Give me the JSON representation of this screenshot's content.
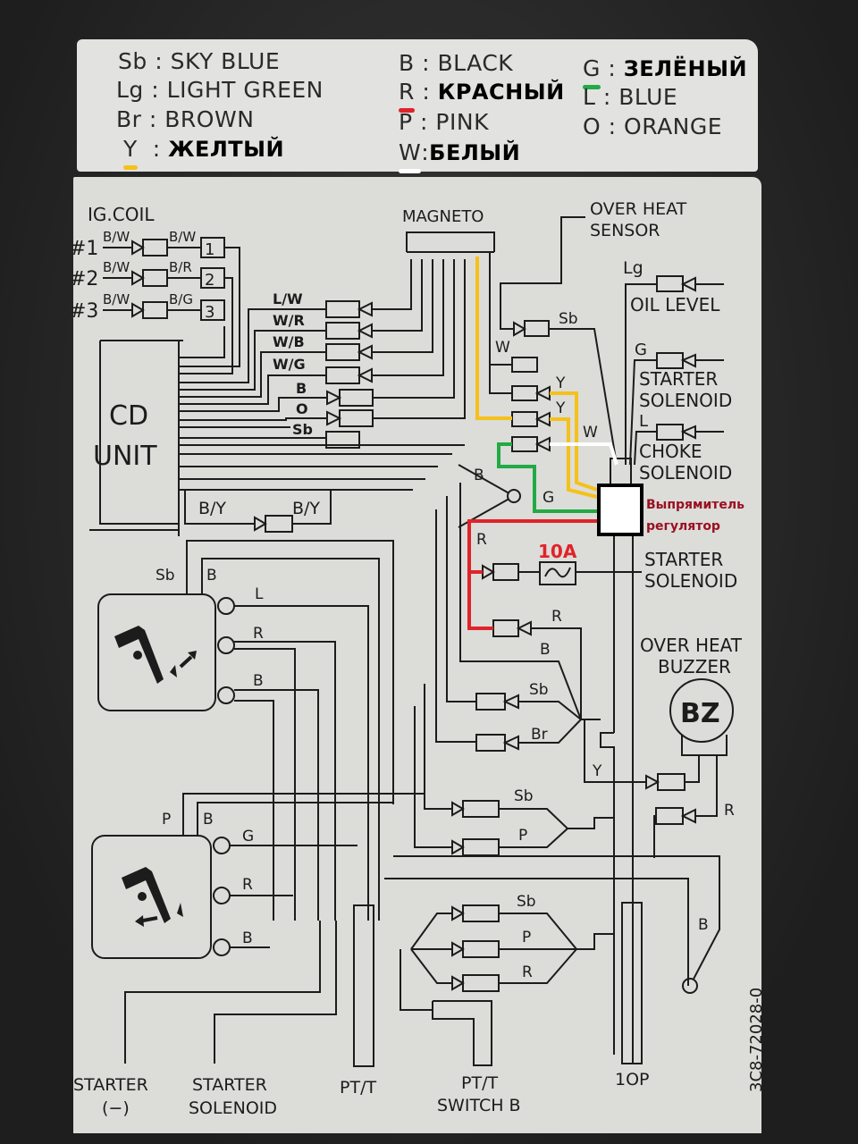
{
  "legend": {
    "items": [
      {
        "code": "Sb",
        "label": "SKY BLUE",
        "russian": false,
        "accent": null
      },
      {
        "code": "Lg",
        "label": "LIGHT GREEN",
        "russian": false,
        "accent": null
      },
      {
        "code": "Br",
        "label": "BROWN",
        "russian": false,
        "accent": null
      },
      {
        "code": "Y",
        "label": "ЖЕЛТЫЙ",
        "russian": true,
        "accent": "#f5c11a"
      },
      {
        "code": "B",
        "label": "BLACK",
        "russian": false,
        "accent": null
      },
      {
        "code": "R",
        "label": "КРАСНЫЙ",
        "russian": true,
        "accent": "#e0232a"
      },
      {
        "code": "P",
        "label": "PINK",
        "russian": false,
        "accent": null
      },
      {
        "code": "W",
        "label": "БЕЛЫЙ",
        "russian": true,
        "accent": "#ffffff"
      },
      {
        "code": "G",
        "label": "ЗЕЛЁНЫЙ",
        "russian": true,
        "accent": "#22aa44"
      },
      {
        "code": "L",
        "label": "BLUE",
        "russian": false,
        "accent": null
      },
      {
        "code": "O",
        "label": "ORANGE",
        "russian": false,
        "accent": null
      }
    ],
    "separator": ":"
  },
  "components": {
    "ig_coil": "IG.COIL",
    "coil_numbers": [
      "#1",
      "#2",
      "#3"
    ],
    "coil_terminals": [
      "1",
      "2",
      "3"
    ],
    "cd_unit": [
      "CD",
      "UNIT"
    ],
    "magneto": "MAGNETO",
    "over_heat_sensor": [
      "OVER HEAT",
      "SENSOR"
    ],
    "oil_level": "OIL LEVEL",
    "starter_solenoid_top": [
      "STARTER",
      "SOLENOID"
    ],
    "choke_solenoid": [
      "CHOKE",
      "SOLENOID"
    ],
    "rectifier": [
      "Выпрямитель",
      "регулятор"
    ],
    "fuse": "10A",
    "starter_solenoid_mid": [
      "STARTER",
      "SOLENOID"
    ],
    "over_heat_buzzer": [
      "OVER HEAT",
      "BUZZER"
    ],
    "buzzer_symbol": "BZ",
    "part_number": "3C8-72028-0"
  },
  "wire_labels": {
    "coil_in": [
      "B/W",
      "B/W",
      "B/W"
    ],
    "coil_out": [
      "B/W",
      "B/R",
      "B/G"
    ],
    "cd_connector": [
      "L/W",
      "W/R",
      "W/B",
      "W/G",
      "B",
      "O",
      "Sb"
    ],
    "by_left": "B/Y",
    "by_right": "B/Y",
    "sensor_sb": "Sb",
    "magneto_w": "W",
    "magneto_y1": "Y",
    "magneto_y2": "Y",
    "magneto_w2": "W",
    "oil_lg": "Lg",
    "starter_g": "G",
    "choke_l": "L",
    "ground_b": "B",
    "rect_g": "G",
    "red_r": "R",
    "red_r2": "R",
    "mid_b": "B",
    "mid_sb": "Sb",
    "mid_br": "Br",
    "buzzer_y": "Y",
    "buzzer_r": "R",
    "trim_sb": "Sb",
    "trim_p": "P",
    "tilt_sb": "Sb",
    "tilt_p": "P",
    "tilt_r": "R",
    "right_b": "B",
    "sw1_sb": "Sb",
    "sw1_b": "B",
    "sw1_l": "L",
    "sw1_r": "R",
    "sw1_b2": "B",
    "sw2_p": "P",
    "sw2_b": "B",
    "sw2_g": "G",
    "sw2_r": "R",
    "sw2_b2": "B"
  },
  "bottom_labels": {
    "starter_neg": [
      "STARTER",
      "(−)"
    ],
    "starter_solenoid": [
      "STARTER",
      "SOLENOID"
    ],
    "ptt": "PT/T",
    "ptt_switch_b": [
      "PT/T",
      "SWITCH B"
    ],
    "top": "1OP"
  },
  "colors": {
    "yellow": "#f5c11a",
    "red": "#e0232a",
    "green": "#22aa44",
    "white": "#ffffff",
    "rectifier_text": "#9a1020",
    "fuse_text": "#e0232a"
  }
}
